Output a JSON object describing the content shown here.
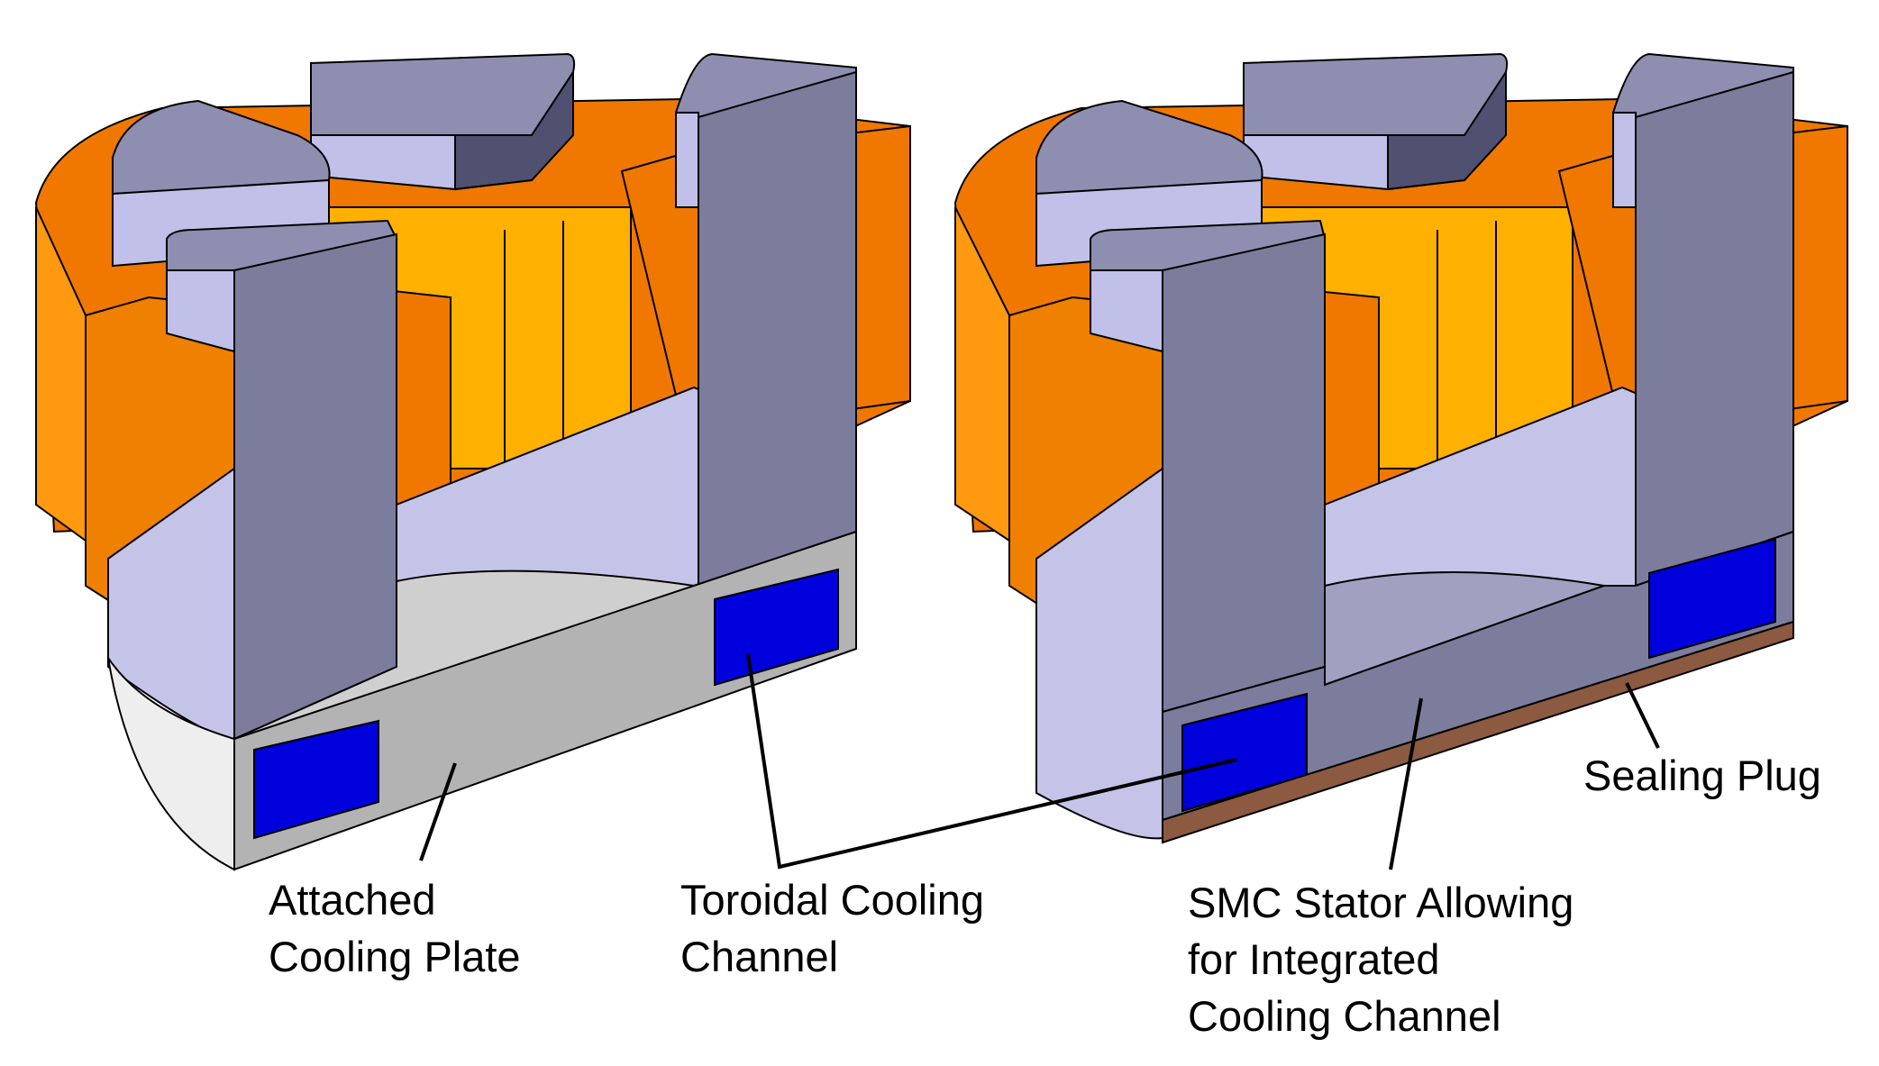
{
  "labels": {
    "attached_plate": [
      "Attached",
      "Cooling Plate"
    ],
    "toroidal_channel": [
      "Toroidal Cooling",
      "Channel"
    ],
    "smc_stator": [
      "SMC Stator Allowing",
      "for Integrated",
      "Cooling Channel"
    ],
    "sealing_plug": [
      "Sealing Plug"
    ]
  },
  "colors": {
    "coil_light": "#ffa500",
    "coil_dark": "#f07800",
    "core_top": "#a8a8d0",
    "core_face": "#7c7c9c",
    "core_light": "#c4c4e8",
    "plate": "#b3b3b3",
    "channel": "#0000dd",
    "plug": "#8b5a40"
  }
}
